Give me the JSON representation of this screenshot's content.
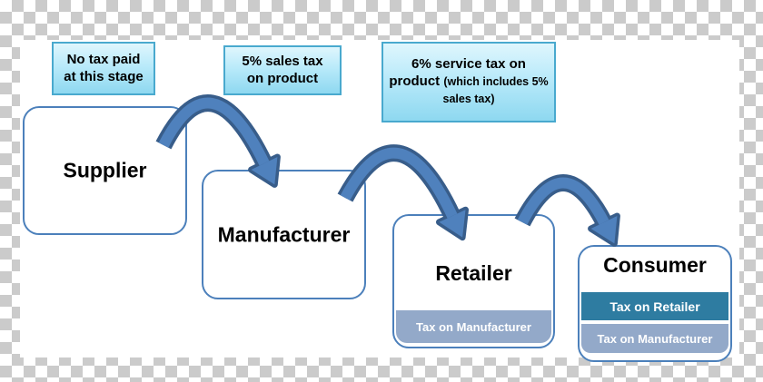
{
  "callouts": {
    "supplier": {
      "line1": "No tax paid",
      "line2": "at this stage"
    },
    "manufacturer": {
      "line1": "5% sales tax",
      "line2": "on product"
    },
    "retailer": {
      "main": "6% service tax on product",
      "note": "(which includes 5% sales tax)"
    }
  },
  "nodes": {
    "supplier": {
      "title": "Supplier"
    },
    "manufacturer": {
      "title": "Manufacturer"
    },
    "retailer": {
      "title": "Retailer",
      "tax_bar": "Tax on Manufacturer"
    },
    "consumer": {
      "title": "Consumer",
      "tax_bar_top": "Tax on Retailer",
      "tax_bar_bottom": "Tax on Manufacturer"
    }
  },
  "colors": {
    "node_border": "#4c80bb",
    "callout_border": "#49a9ce",
    "callout_fill_top": "#dff6fd",
    "callout_fill_bottom": "#8ed8f0",
    "arrow_fill": "#4f81bd",
    "arrow_outline": "#385d8a",
    "tax_bar_light": "#93a9c9",
    "tax_bar_dark": "#2e7ca1",
    "checker_gray": "#cbcbcb",
    "checker_white": "#ffffff"
  }
}
